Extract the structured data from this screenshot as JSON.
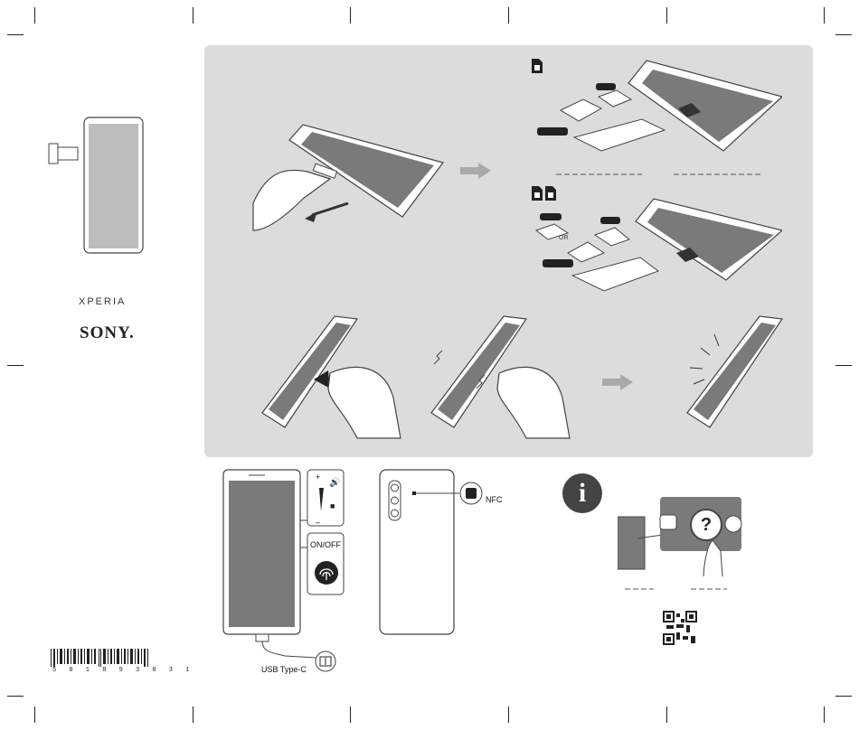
{
  "brand": {
    "xperia": "XPERIA",
    "sony": "SONY."
  },
  "labels": {
    "nfc": "NFC",
    "on_off": "ON/OFF",
    "usb": "USB Type-C",
    "or": "OR",
    "plus": "+",
    "minus": "–",
    "info_glyph": "i",
    "help_glyph": "?"
  },
  "barcode": {
    "digits": "5 0 1 8 9 3 0 3 1"
  },
  "icons": {
    "arrow": "arrow-right-icon",
    "sim": "sim-card-icon",
    "info": "info-icon",
    "nfc": "nfc-icon",
    "usb": "usb-charger-icon",
    "fingerprint": "fingerprint-icon",
    "volume": "volume-icon",
    "camera": "camera-icon",
    "help": "help-icon",
    "settings": "gear-icon",
    "qr": "qr-code-icon"
  },
  "colors": {
    "panel": "#dcdcdc",
    "screen": "#7a7a7a",
    "arrow": "#a9a9a9",
    "ink": "#222222"
  }
}
